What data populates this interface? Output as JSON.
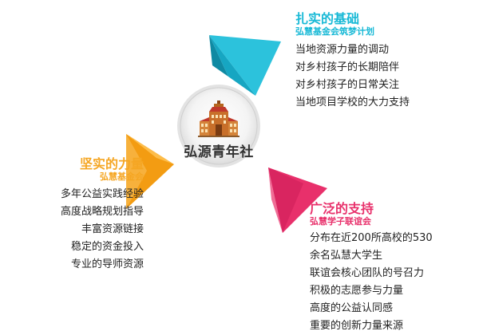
{
  "center": {
    "title": "弘源青年社",
    "icon": "school-building-icon"
  },
  "colors": {
    "top": "#18b9d6",
    "left": "#f5a623",
    "right": "#e8306b"
  },
  "sections": {
    "top": {
      "heading": "扎实的基础",
      "subheading": "弘慧基金会筑梦计划",
      "items": [
        "当地资源力量的调动",
        "对乡村孩子的长期陪伴",
        "对乡村孩子的日常关注",
        "当地项目学校的大力支持"
      ]
    },
    "left": {
      "heading": "坚实的力量",
      "subheading": "弘慧基金会",
      "items": [
        "多年公益实践经验",
        "高度战略规划指导",
        "丰富资源链接",
        "稳定的资金投入",
        "专业的导师资源"
      ]
    },
    "right": {
      "heading": "广泛的支持",
      "subheading": "弘慧学子联谊会",
      "items": [
        "分布在近200所高校的530",
        "余名弘慧大学生",
        "联谊会核心团队的号召力",
        "积极的志愿参与力量",
        "高度的公益认同感",
        "重要的创新力量来源"
      ]
    }
  }
}
